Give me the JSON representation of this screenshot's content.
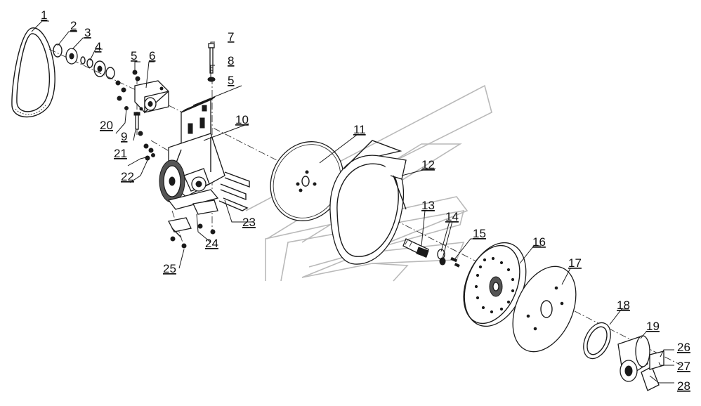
{
  "callouts": [
    {
      "num": "1"
    },
    {
      "num": "2"
    },
    {
      "num": "3"
    },
    {
      "num": "4"
    },
    {
      "num": "5"
    },
    {
      "num": "6"
    },
    {
      "num": "7"
    },
    {
      "num": "8"
    },
    {
      "num": "5"
    },
    {
      "num": "10"
    },
    {
      "num": "11"
    },
    {
      "num": "12"
    },
    {
      "num": "13"
    },
    {
      "num": "14"
    },
    {
      "num": "15"
    },
    {
      "num": "16"
    },
    {
      "num": "17"
    },
    {
      "num": "18"
    },
    {
      "num": "19"
    },
    {
      "num": "20"
    },
    {
      "num": "9"
    },
    {
      "num": "21"
    },
    {
      "num": "22"
    },
    {
      "num": "23"
    },
    {
      "num": "24"
    },
    {
      "num": "25"
    },
    {
      "num": "26"
    },
    {
      "num": "27"
    },
    {
      "num": "28"
    }
  ],
  "colors": {
    "line": "#1a1a1a",
    "watermark": "#b9b9b9",
    "background": "#ffffff"
  }
}
